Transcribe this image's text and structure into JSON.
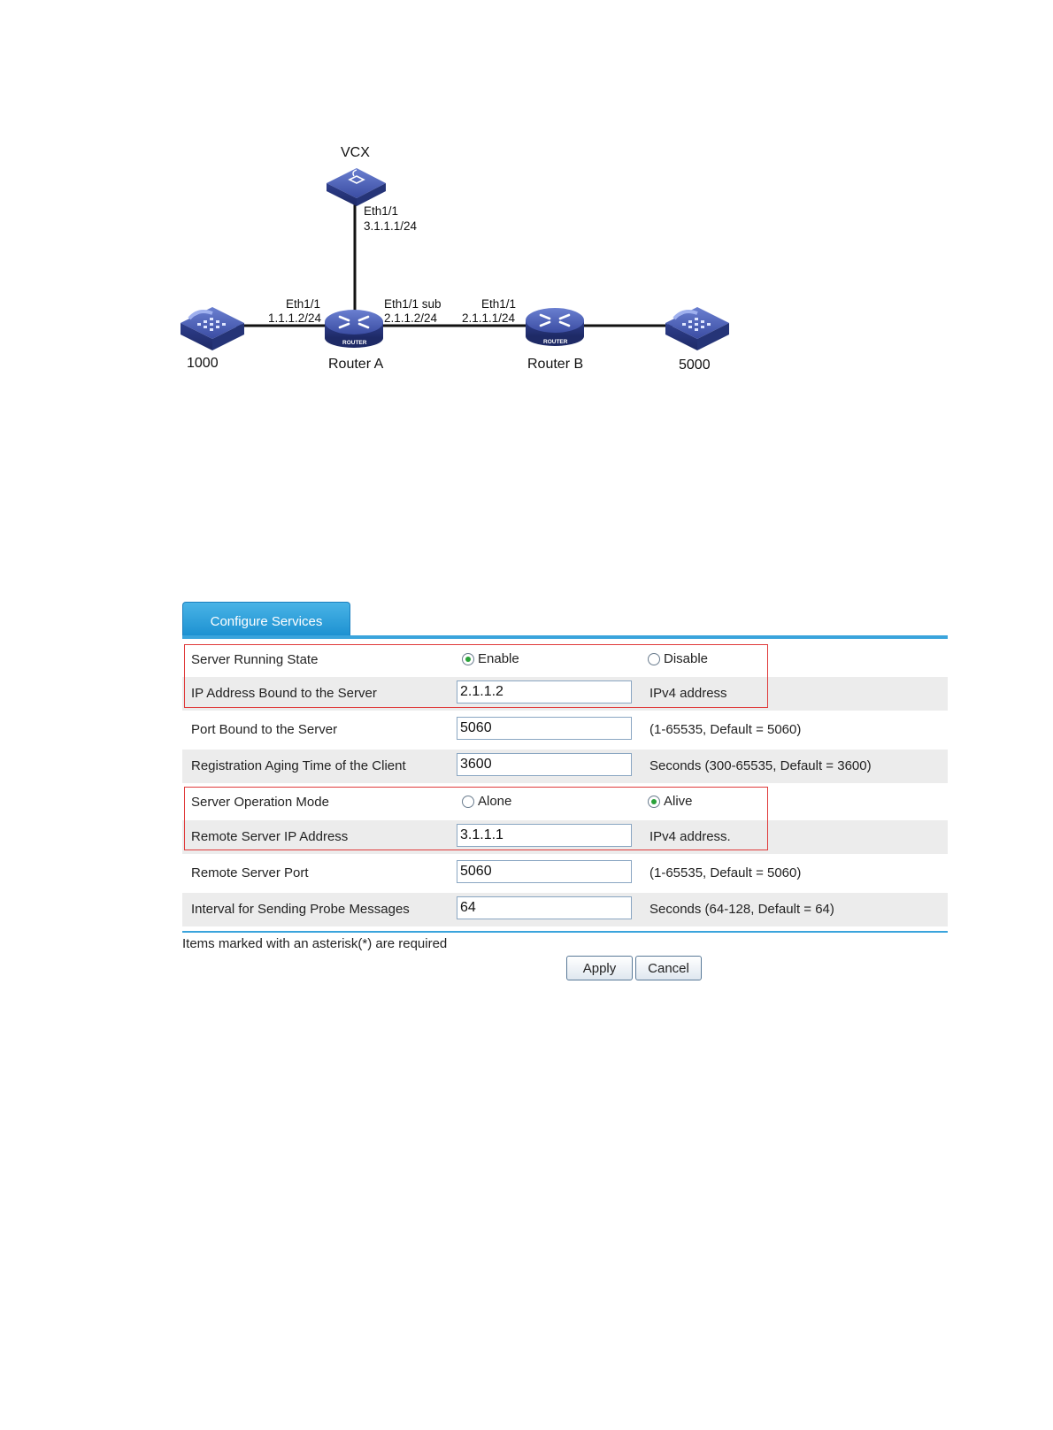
{
  "diagram": {
    "vcx": {
      "name": "VCX",
      "port": "Eth1/1",
      "ip": "3.1.1.1/24"
    },
    "phone_left": {
      "number": "1000"
    },
    "phone_right": {
      "number": "5000"
    },
    "router_a": {
      "name": "Router A",
      "badge": "ROUTER",
      "left_port": "Eth1/1",
      "left_ip": "1.1.1.2/24",
      "right_port": "Eth1/1 sub",
      "right_ip": "2.1.1.2/24"
    },
    "router_b": {
      "name": "Router B",
      "badge": "ROUTER",
      "left_port": "Eth1/1",
      "left_ip": "2.1.1.1/24"
    }
  },
  "panel": {
    "tab_label": "Configure Services",
    "server_running_state": {
      "label": "Server Running State",
      "option_enable": "Enable",
      "option_disable": "Disable",
      "selected": "Enable"
    },
    "ip_bound": {
      "label": "IP Address Bound to the Server",
      "value": "2.1.1.2",
      "hint": "IPv4 address"
    },
    "port_bound": {
      "label": "Port Bound to the Server",
      "value": "5060",
      "hint": "(1-65535, Default = 5060)"
    },
    "aging_time": {
      "label": "Registration Aging Time of the Client",
      "value": "3600",
      "hint": "Seconds (300-65535, Default = 3600)"
    },
    "operation_mode": {
      "label": "Server Operation Mode",
      "option_alone": "Alone",
      "option_alive": "Alive",
      "selected": "Alive"
    },
    "remote_ip": {
      "label": "Remote Server IP Address",
      "value": "3.1.1.1",
      "hint": "IPv4 address."
    },
    "remote_port": {
      "label": "Remote Server Port",
      "value": "5060",
      "hint": "(1-65535, Default = 5060)"
    },
    "probe_interval": {
      "label": "Interval for Sending Probe Messages",
      "value": "64",
      "hint": "Seconds (64-128, Default = 64)"
    },
    "note": "Items marked with an asterisk(*) are required",
    "apply_label": "Apply",
    "cancel_label": "Cancel"
  },
  "colors": {
    "device_blue": "#3b4da3",
    "tab_blue": "#1a8fd0",
    "highlight_red": "#e03b3b",
    "radio_selected": "#2aa23a"
  }
}
